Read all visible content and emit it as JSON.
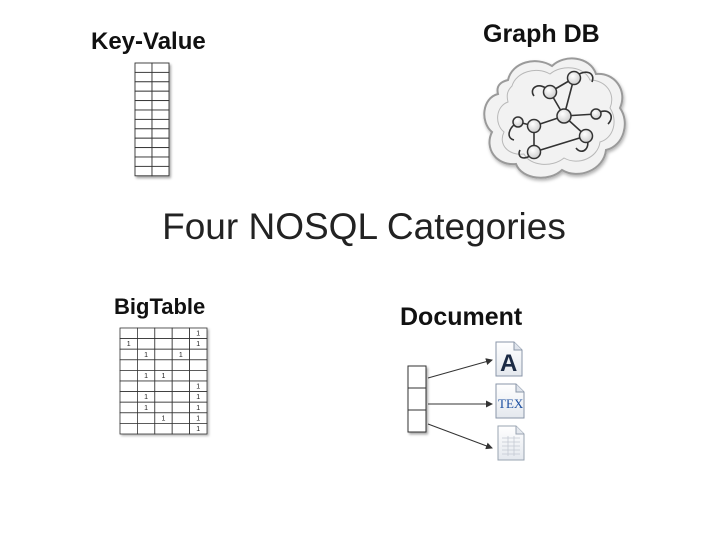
{
  "slide": {
    "title": "Four NOSQL Categories"
  },
  "categories": {
    "key_value": {
      "label": "Key-Value",
      "rows": 12
    },
    "graph_db": {
      "label": "Graph DB"
    },
    "bigtable": {
      "label": "BigTable",
      "cells": [
        [
          "",
          "",
          "",
          "",
          "1"
        ],
        [
          "1",
          "",
          "",
          "",
          "1"
        ],
        [
          "",
          "1",
          "",
          "1",
          ""
        ],
        [
          "",
          "",
          "",
          "",
          ""
        ],
        [
          "",
          "1",
          "1",
          "",
          ""
        ],
        [
          "",
          "",
          "",
          "",
          "1"
        ],
        [
          "",
          "1",
          "",
          "",
          "1"
        ],
        [
          "",
          "1",
          "",
          "",
          "1"
        ],
        [
          "",
          "",
          "1",
          "",
          "1"
        ],
        [
          "",
          "",
          "",
          "",
          "1"
        ]
      ]
    },
    "document": {
      "label": "Document",
      "slots": 3,
      "documents": [
        {
          "icon": "font-document-icon",
          "glyph": "A"
        },
        {
          "icon": "tex-document-icon",
          "glyph": "TEX"
        },
        {
          "icon": "spreadsheet-document-icon",
          "glyph": ""
        }
      ]
    }
  },
  "colors": {
    "line": "#333333",
    "graph_fill": "#f2f2f2",
    "graph_stroke": "#9a9a9a",
    "tex_blue": "#1c4fa0"
  }
}
